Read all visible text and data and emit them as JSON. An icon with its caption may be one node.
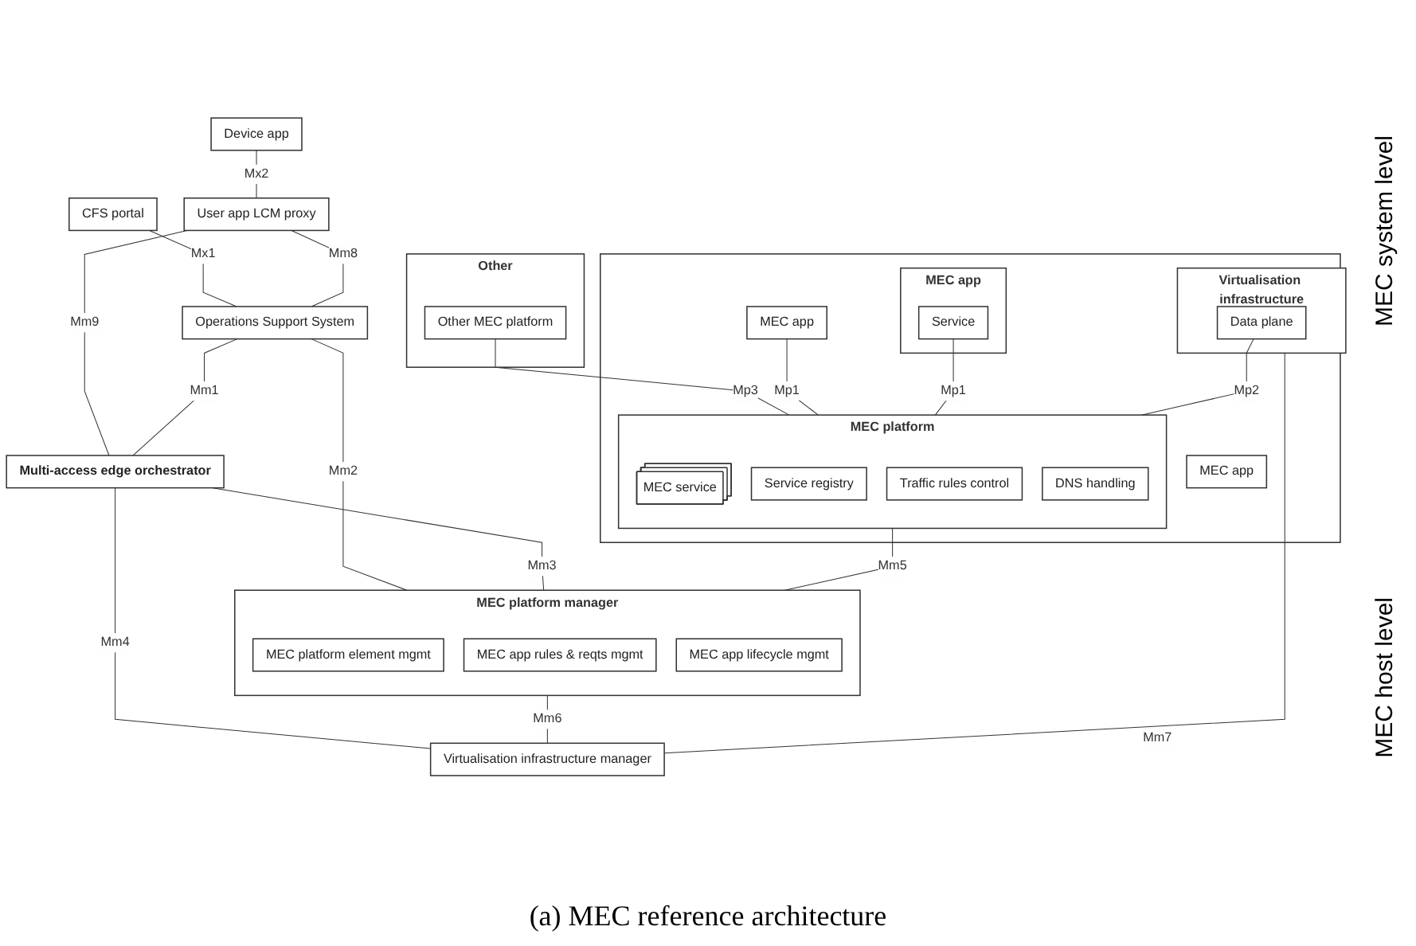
{
  "diagram": {
    "caption": "(a) MEC reference architecture",
    "nodes": [
      {
        "text": [
          "CFS portal"
        ]
      },
      {
        "text": [
          "Device app"
        ]
      },
      {
        "text": [
          "User app LCM proxy"
        ]
      },
      {
        "text": [
          "Operations Support System"
        ]
      },
      {
        "text": [
          "Multi-access edge orchestrator"
        ]
      },
      {
        "text": [
          "Other"
        ]
      },
      {
        "text": [
          "Other MEC platform"
        ],
        "in": 5
      },
      {
        "text": [],
        "shape": "box"
      },
      {
        "text": [
          "MEC app"
        ],
        "in": 7
      },
      {
        "text": [
          "MEC app"
        ],
        "in": 7
      },
      {
        "text": [
          "MEC app"
        ],
        "in": 7
      },
      {
        "text": [
          "Service"
        ],
        "in": 10
      },
      {
        "text": [
          "MEC platform"
        ],
        "in": 7
      },
      {
        "text": [
          "MEC service"
        ],
        "in": 12
      },
      {
        "text": [
          "Service registry"
        ],
        "in": 12
      },
      {
        "text": [
          "Traffic rules control"
        ],
        "in": 12
      },
      {
        "text": [
          "DNS handling"
        ],
        "in": 12
      },
      {
        "text": [
          "Virtualisation infrastructure"
        ],
        "in": 7
      },
      {
        "text": [
          "Data plane"
        ],
        "in": 17
      },
      {
        "text": [
          "MEC platform manager"
        ]
      },
      {
        "text": [
          "MEC platform element mgmt"
        ],
        "in": 19
      },
      {
        "text": [
          "MEC app rules & reqts mgmt"
        ],
        "in": 19
      },
      {
        "text": [
          "MEC app lifecycle mgmt"
        ],
        "in": 19
      },
      {
        "text": [
          "Virtualisation infrastructure manager"
        ]
      }
    ],
    "edges": [
      {
        "from": 0,
        "to": 3,
        "arrow": "none",
        "label": "Mx1"
      },
      {
        "from": 1,
        "to": 2,
        "arrow": "none",
        "label": "Mx2"
      },
      {
        "from": 2,
        "to": 3,
        "arrow": "none",
        "label": "Mm8"
      },
      {
        "from": 2,
        "to": 4,
        "arrow": "none",
        "label": "Mm9"
      },
      {
        "from": 3,
        "to": 4,
        "arrow": "none",
        "label": "Mm1"
      },
      {
        "from": 3,
        "to": 19,
        "arrow": "none",
        "label": "Mm2"
      },
      {
        "from": 4,
        "to": 19,
        "arrow": "none",
        "label": "Mm3"
      },
      {
        "from": 4,
        "to": 23,
        "arrow": "none",
        "label": "Mm4"
      },
      {
        "from": 6,
        "to": 12,
        "arrow": "none",
        "label": "Mp3"
      },
      {
        "from": 8,
        "to": 12,
        "arrow": "none",
        "label": "Mp1"
      },
      {
        "from": 11,
        "to": 12,
        "arrow": "none",
        "label": "Mp1"
      },
      {
        "from": 18,
        "to": 12,
        "arrow": "none",
        "label": "Mp2"
      },
      {
        "from": 12,
        "to": 19,
        "arrow": "none",
        "label": "Mm5"
      },
      {
        "from": 19,
        "to": 23,
        "arrow": "none",
        "label": "Mm6"
      },
      {
        "from": 17,
        "to": 23,
        "arrow": "none",
        "label": "Mm7"
      }
    ],
    "labels": [
      "MEC system level",
      "MEC host level"
    ]
  }
}
